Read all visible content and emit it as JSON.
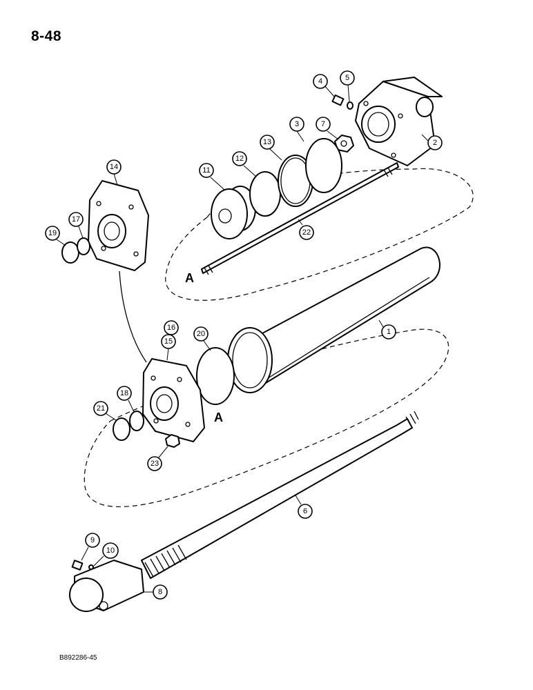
{
  "page_number": "8-48",
  "figure_code": "B892286-45",
  "reference_letter": "A",
  "callouts": [
    "1",
    "2",
    "3",
    "4",
    "5",
    "6",
    "7",
    "8",
    "9",
    "10",
    "11",
    "12",
    "13",
    "14",
    "15",
    "16",
    "17",
    "18",
    "19",
    "20",
    "21",
    "22",
    "23"
  ]
}
